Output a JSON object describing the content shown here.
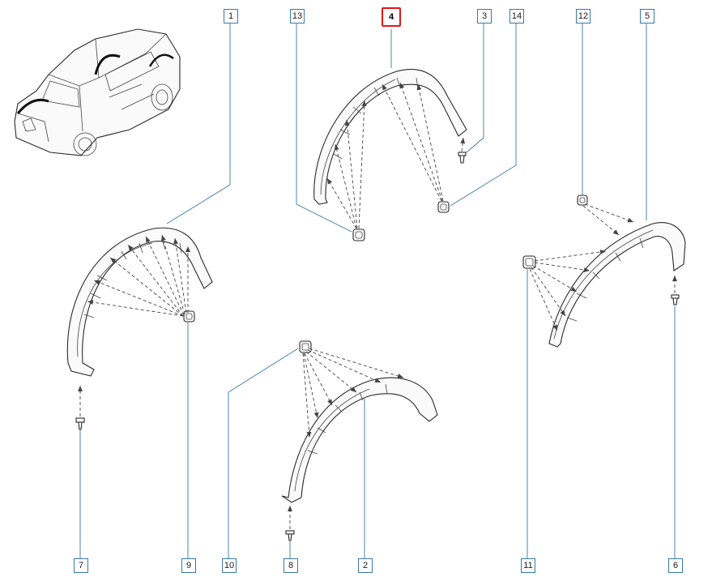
{
  "callouts": {
    "c1": "1",
    "c13": "13",
    "c4": "4",
    "c3": "3",
    "c14": "14",
    "c12": "12",
    "c5": "5",
    "c7": "7",
    "c9": "9",
    "c10": "10",
    "c8": "8",
    "c2": "2",
    "c11": "11",
    "c6": "6"
  },
  "selected_callout": "4",
  "colors": {
    "callout_border": "#3a78a8",
    "selected_border": "#e01818",
    "leader_line": "#3a78a8"
  }
}
